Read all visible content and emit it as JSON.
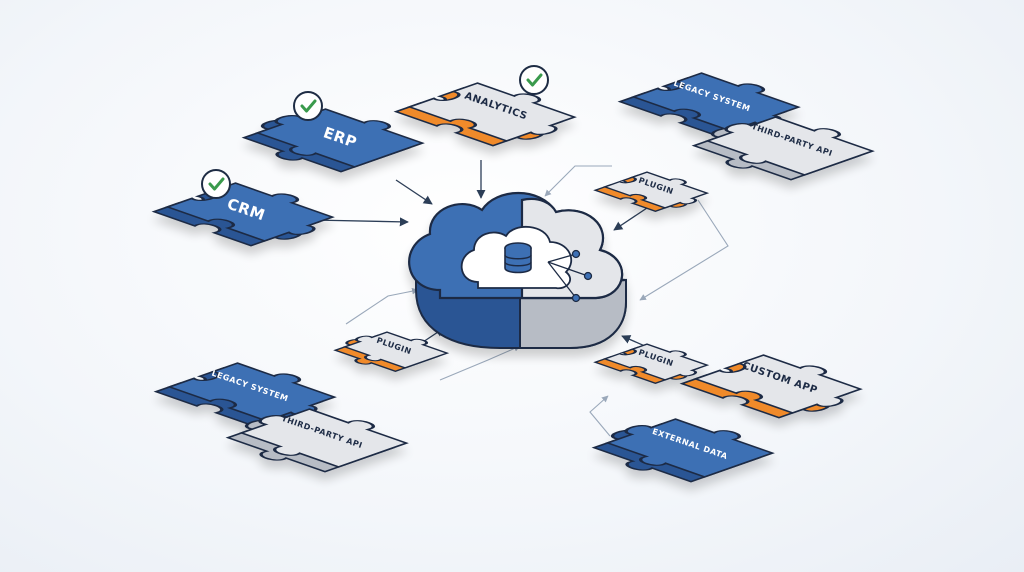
{
  "colors": {
    "blue": "#3e6fb4",
    "blue_dark": "#2a5594",
    "grey": "#e4e6ea",
    "grey_dark": "#b7bcc5",
    "orange": "#f08a2c",
    "outline": "#1e2c44",
    "check": "#3a9a4c"
  },
  "pieces": {
    "crm": "CRM",
    "erp": "ERP",
    "analytics": "ANALYTICS",
    "legacy_top": "LEGACY SYSTEM",
    "third_party_top": "THIRD-PARTY API",
    "plugin_top_right": "PLUGIN",
    "plugin_left": "PLUGIN",
    "plugin_right": "PLUGIN",
    "legacy_bottom": "LEGACY SYSTEM",
    "third_party_bottom": "THIRD-PARTY API",
    "custom_app": "CUSTOM APP",
    "external_data": "EXTERNAL DATA"
  },
  "icons": {
    "status": "check-circle-icon",
    "hub": "cloud-icon",
    "database": "database-icon",
    "network": "network-nodes-icon"
  }
}
